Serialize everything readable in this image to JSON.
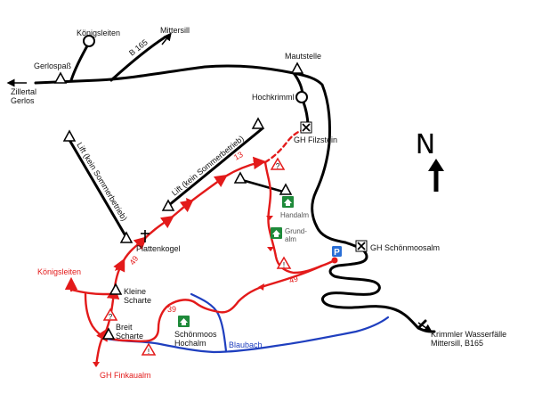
{
  "labels": {
    "koenigsleiten_top": "Königsleiten",
    "mittersill_top": "Mittersill",
    "b165": "B 165",
    "gerlospass": "Gerlospaß",
    "zillertal_gerlos": [
      "Zillertal",
      "Gerlos"
    ],
    "mautstelle": "Mautstelle",
    "hochkrimml": "Hochkrimml",
    "gh_filzstein": "GH Filzstein",
    "lift_left": "Lift (kein Sommerbetrieb)",
    "lift_right": "Lift (kein Sommerbetrieb)",
    "plattenkogel": "Plattenkogel",
    "handalm": "Handalm",
    "grundalm": [
      "Grund-",
      "alm"
    ],
    "gh_schoenmoosalm": "GH Schönmoosalm",
    "koenigsleiten_left": "Königsleiten",
    "kleine_scharte": [
      "Kleine",
      "Scharte"
    ],
    "breit_scharte": [
      "Breit",
      "Scharte"
    ],
    "schoenmoos_hochalm": [
      "Schönmoos",
      "Hochalm"
    ],
    "blaubach": "Blaubach",
    "gh_finkaualm": "GH Finkaualm",
    "krimmler": [
      "Krimmler Wasserfälle",
      "Mittersill, B165"
    ],
    "north": "N",
    "parking": "P"
  },
  "route_numbers": {
    "r13": "13",
    "r49_left": "49",
    "r49_right": "49",
    "r39": "39"
  },
  "colors": {
    "road": "#000000",
    "trail": "#e31a1a",
    "river": "#1f3fbf",
    "hut_green": "#1e8a3a",
    "parking_blue": "#2a6fd6"
  },
  "icons": {
    "peak": "peak-triangle-icon",
    "hut": "mountain-hut-icon",
    "restaurant": "crossed-utensils-icon",
    "warning": "warning-triangle-icon",
    "parking": "parking-icon",
    "cross": "summit-cross-icon",
    "north_arrow": "north-arrow-icon"
  }
}
